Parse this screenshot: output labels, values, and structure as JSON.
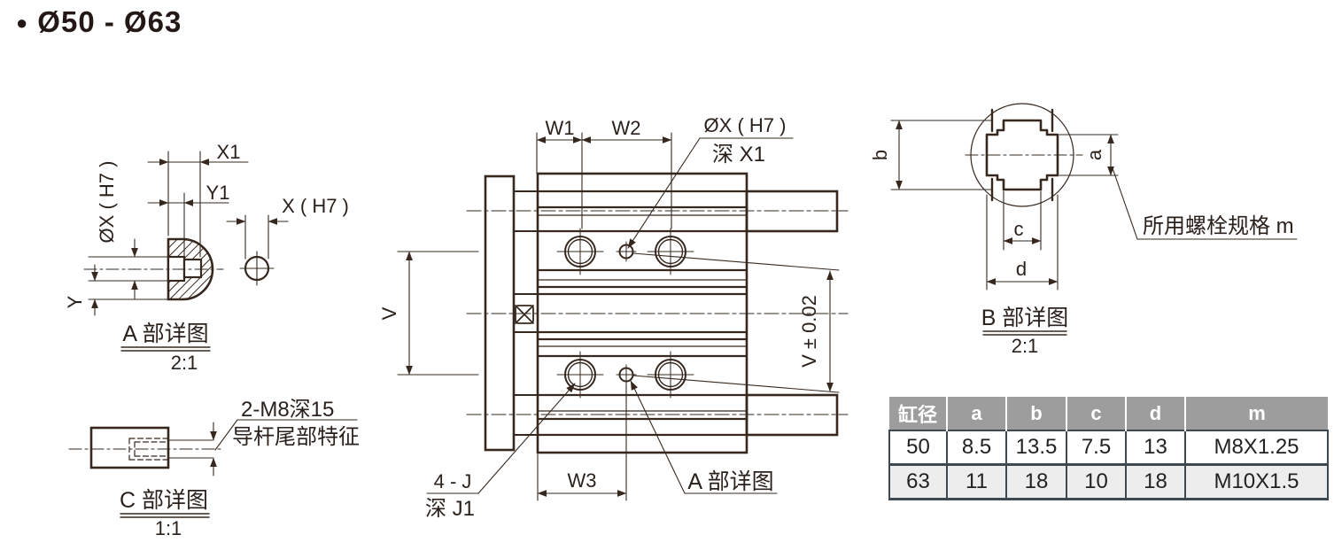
{
  "title": {
    "bullet": "●",
    "text": "Ø50 - Ø63"
  },
  "detail_a": {
    "name": "A 部详图",
    "scale": "2:1",
    "dims": {
      "x1": "X1",
      "y1": "Y1",
      "dia_x_h7": "ØX ( H7 )",
      "x_h7": "X ( H7 )",
      "y": "Y"
    }
  },
  "detail_c": {
    "name": "C 部详图",
    "scale": "1:1",
    "thread_note": "2-M8深15",
    "feature_note": "导杆尾部特征"
  },
  "main_view": {
    "dims": {
      "w1": "W1",
      "w2": "W2",
      "w3": "W3",
      "v": "V",
      "v_tol": "V ± 0.02",
      "hole_note_line1": "ØX ( H7 )",
      "hole_note_line2": "深 X1",
      "corner_note_line1": "4 - J",
      "corner_note_line2": "深 J1",
      "detail_ref": "A 部详图"
    }
  },
  "detail_b": {
    "name": "B 部详图",
    "scale": "2:1",
    "dims": {
      "a": "a",
      "b": "b",
      "c": "c",
      "d": "d"
    },
    "bolt_note": "所用螺栓规格 m"
  },
  "table": {
    "headers": [
      "缸径",
      "a",
      "b",
      "c",
      "d",
      "m"
    ],
    "rows": [
      [
        "50",
        "8.5",
        "13.5",
        "7.5",
        "13",
        "M8X1.25"
      ],
      [
        "63",
        "11",
        "18",
        "10",
        "18",
        "M10X1.5"
      ]
    ]
  },
  "colors": {
    "line": "#36281f",
    "table_header_bg": "#9d9d9e",
    "table_alt_row_bg": "#ededee",
    "table_border": "#3d4850"
  }
}
